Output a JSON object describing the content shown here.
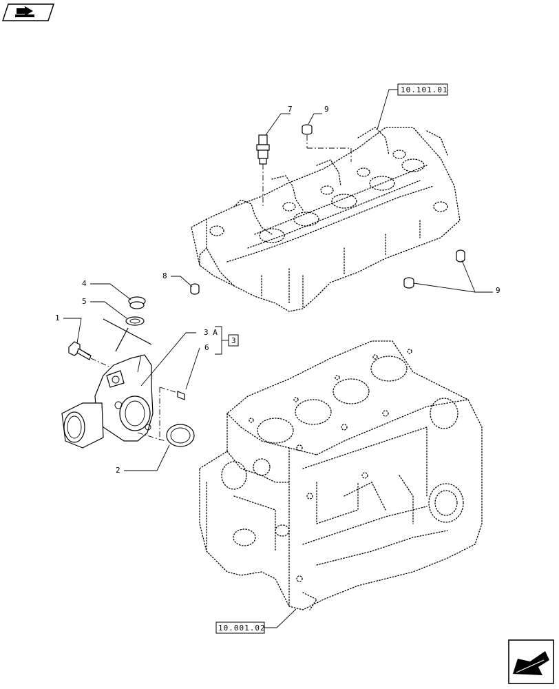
{
  "callouts": {
    "c1": "1",
    "c2": "2",
    "c3a": "3 A",
    "c3": "3",
    "c4": "4",
    "c5": "5",
    "c6": "6",
    "c7": "7",
    "c8": "8",
    "c9_top": "9",
    "c9_right": "9"
  },
  "refs": {
    "cylinder_head": "10.101.01",
    "crankcase": "10.001.02"
  },
  "icons": {
    "top_left": "book-arrow-icon",
    "bottom_right": "next-page-arrow-icon"
  }
}
